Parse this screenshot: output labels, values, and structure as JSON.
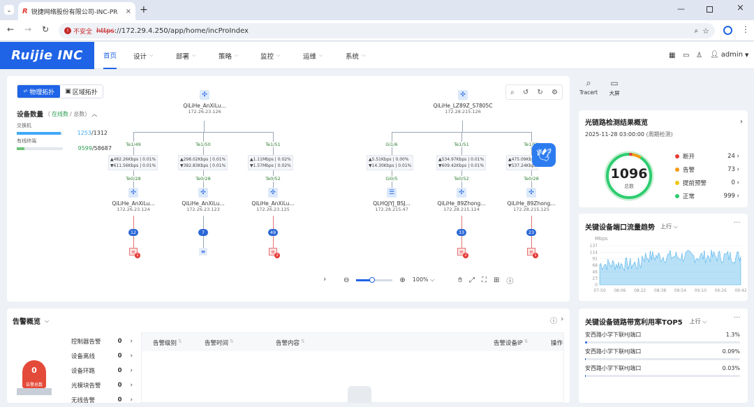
{
  "browser": {
    "tab_title": "锐捷网络股份有限公司-INC-PR",
    "url_security": "不安全",
    "url_scheme": "https",
    "url_rest": "://172.29.4.250/app/home/incProIndex"
  },
  "app": {
    "logo": "Ruijie INC",
    "nav": [
      "首页",
      "设计",
      "部署",
      "策略",
      "监控",
      "运维",
      "系统"
    ],
    "user": "admin"
  },
  "topology": {
    "tabs": [
      "物理拓扑",
      "区域拓扑"
    ],
    "device_count_label": "设备数量",
    "device_count_hint_open": "（",
    "device_count_hint_online": "在线数",
    "device_count_hint_sep": " / 总数）",
    "stats": [
      {
        "name": "交换机",
        "online": "1253",
        "total": "/1312",
        "fraction": 0.955
      },
      {
        "name": "有线终端",
        "online": "9599",
        "total": "/58687",
        "fraction": 0.16
      }
    ],
    "roots": [
      {
        "name": "QiLiHe_AnXiLu...",
        "ip": "172.26.23.126"
      },
      {
        "name": "QiLiHe_LZ89Z_S7805C",
        "ip": "172.28.215.126"
      }
    ],
    "branches": [
      {
        "up_port": "Te1/49",
        "up": "▲482.26Kbps | 0.01%",
        "down": "▼611.56Kbps | 0.01%",
        "down_port": "Te0/28",
        "name": "QiLiHe_AnXiLu...",
        "ip": "172.26.23.124",
        "count": "12",
        "alarm": "1"
      },
      {
        "up_port": "Te1/50",
        "up": "▲298.02Kbps | 0.01%",
        "down": "▼382.83Kbps | 0.01%",
        "down_port": "Te0/28",
        "name": "QiLiHe_AnXiLu...",
        "ip": "172.26.23.123",
        "count": "7",
        "alarm": ""
      },
      {
        "up_port": "Te1/51",
        "up": "▲1.11Mbps | 0.02%",
        "down": "▼1.57Mbps | 0.02%",
        "down_port": "Te0/52",
        "name": "QiLiHe_AnXiLu...",
        "ip": "172.26.23.125",
        "count": "49",
        "alarm": "2"
      },
      {
        "up_port": "Gi1/6",
        "up": "▲5.51Kbps | 0.00%",
        "down": "▼14.30Kbps | 0.01%",
        "down_port": "Gi0/5",
        "name": "QLHQJYJ_BSJ...",
        "ip": "172.28.215.47",
        "count": "",
        "alarm": ""
      },
      {
        "up_port": "Te1/51",
        "up": "▲534.97Kbps | 0.01%",
        "down": "▼609.42Kbps | 0.01%",
        "down_port": "Te0/52",
        "name": "QiLiHe_89Zhong...",
        "ip": "172.28.215.124",
        "count": "33",
        "alarm": "2"
      },
      {
        "up_port": "Te1/52",
        "up": "▲475.09Kbps",
        "down": "▼537.24Kbps",
        "down_port": "Te0/28",
        "name": "QiLiHe_89Zhong...",
        "ip": "172.28.215.125",
        "count": "23",
        "alarm": "1"
      }
    ],
    "zoom": "100%"
  },
  "right": {
    "tools": [
      "Tracert",
      "大屏"
    ],
    "fiber": {
      "title": "光链路检测结果概览",
      "time": "2025-11-28 03:00:00",
      "mode": "(周期检测)",
      "total": "1096",
      "total_label": "总数",
      "items": [
        {
          "label": "断开",
          "value": "24",
          "color": "#e53935"
        },
        {
          "label": "告警",
          "value": "73",
          "color": "#f39c12"
        },
        {
          "label": "提前预警",
          "value": "0",
          "color": "#f1c40f"
        },
        {
          "label": "正常",
          "value": "999",
          "color": "#2ecc71"
        }
      ]
    },
    "traffic": {
      "title": "关键设备端口流量趋势",
      "direction": "上行",
      "unit": "Mbps",
      "y_ticks": [
        "137",
        "114",
        "91",
        "68",
        "46",
        "23",
        "0"
      ],
      "x_ticks": [
        "07:50",
        "08:06",
        "08:22",
        "08:38",
        "08:54",
        "09:10",
        "09:26",
        "09:42"
      ]
    },
    "top5": {
      "title": "关键设备链路带宽利用率TOP5",
      "direction": "上行",
      "items": [
        {
          "name": "安西路小学下联HJ端口",
          "value": "1.3%",
          "pct": 1.3
        },
        {
          "name": "安西路小学下联HJ端口",
          "value": "0.09%",
          "pct": 0.09
        },
        {
          "name": "安西路小学下联HJ端口",
          "value": "0.03%",
          "pct": 0.03
        }
      ]
    }
  },
  "alarms": {
    "title": "告警概览",
    "bell_count": "0",
    "bell_label": "告警总数",
    "list": [
      {
        "label": "控制器告警",
        "value": "0"
      },
      {
        "label": "设备离线",
        "value": "0"
      },
      {
        "label": "设备环路",
        "value": "0"
      },
      {
        "label": "光模块告警",
        "value": "0"
      },
      {
        "label": "无线告警",
        "value": "0"
      }
    ],
    "columns": [
      "告警级别",
      "告警时间",
      "告警内容",
      "告警设备IP",
      "操作"
    ]
  }
}
